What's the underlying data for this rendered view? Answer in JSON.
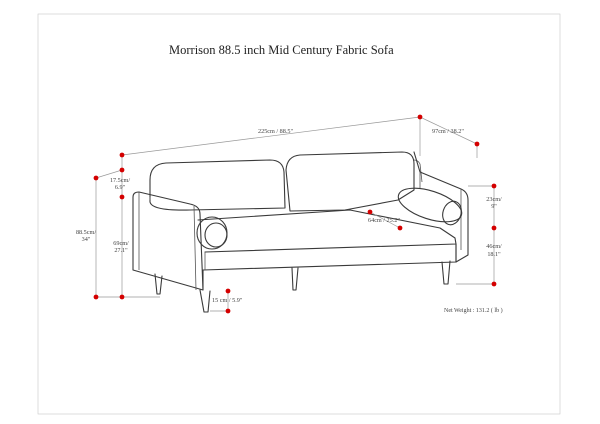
{
  "title": "Morrison 88.5 inch Mid Century Fabric Sofa",
  "dimensions": {
    "width": "225cm / 88.5\"",
    "depth": "97cm / 38.2\"",
    "overall_height": [
      "88.5cm/",
      "34\""
    ],
    "back_cushion_height": [
      "17.5cm/",
      "6.9\""
    ],
    "arm_height": [
      "69cm/",
      "27.1\""
    ],
    "leg_height": "15 cm / 5.9\"",
    "seat_depth": "64cm / 25.2\"",
    "arm_above_seat": [
      "23cm/",
      "9\""
    ],
    "seat_height": [
      "46cm/",
      "18.1\""
    ]
  },
  "net_weight": "Net Weight : 131.2 ( lb )",
  "colors": {
    "outline": "#3a3a3a",
    "marker": "#d40000",
    "dimension_line": "#999999"
  }
}
